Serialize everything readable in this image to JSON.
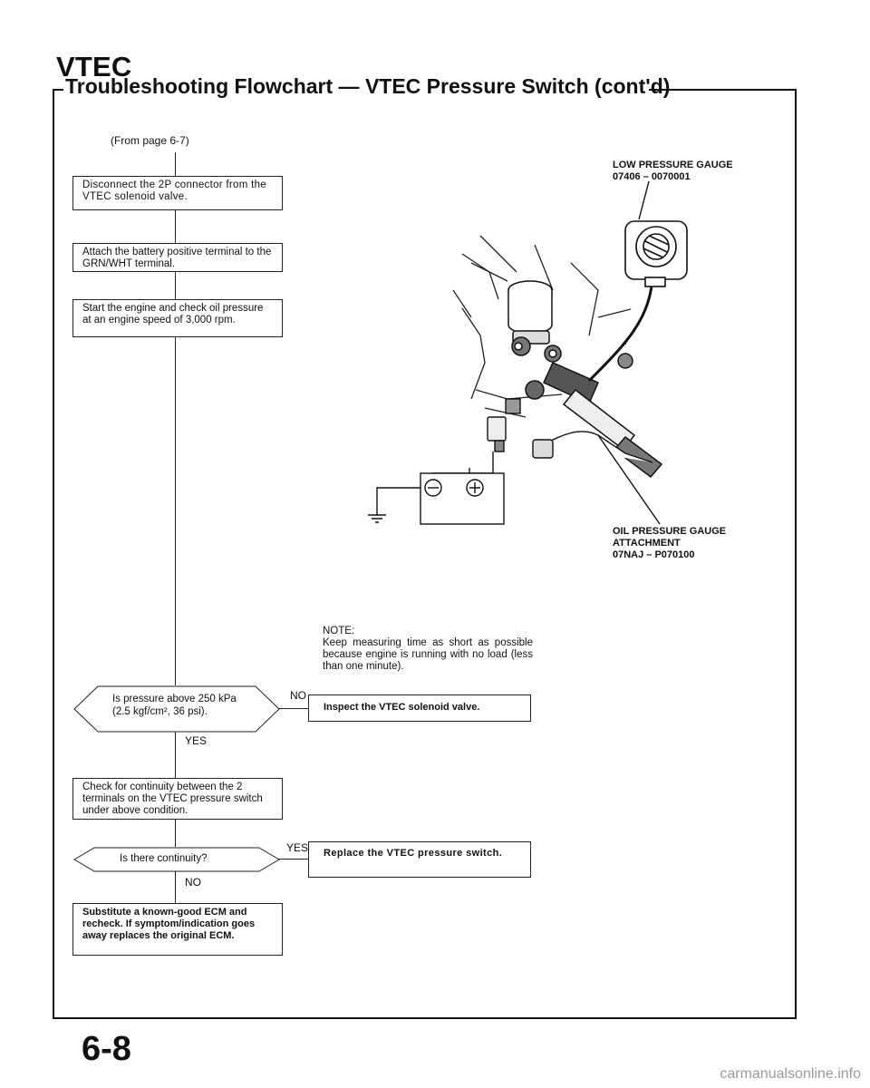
{
  "header": {
    "section": "VTEC",
    "title": "Troubleshooting Flowchart — VTEC Pressure Switch (cont'd)"
  },
  "flow": {
    "from_page": "(From page 6-7)",
    "step1": "Disconnect the 2P connector from the VTEC solenoid valve.",
    "step2": "Attach the battery positive terminal to the GRN/WHT terminal.",
    "step3": "Start the engine and check oil pressure at an engine speed of 3,000 rpm.",
    "decision1_line1": "Is pressure above 250 kPa",
    "decision1_line2": "(2.5 kgf/cm², 36 psi).",
    "decision1_no_label": "NO",
    "decision1_no_action": "Inspect the VTEC solenoid valve.",
    "decision1_yes_label": "YES",
    "step4": "Check for continuity between the 2 terminals on the VTEC pressure switch under above condition.",
    "decision2": "Is there continuity?",
    "decision2_yes_label": "YES",
    "decision2_yes_action": "Replace the VTEC pressure switch.",
    "decision2_no_label": "NO",
    "step5": "Substitute a known-good ECM and recheck. If symptom/indication goes away replaces the original ECM."
  },
  "illustration": {
    "gauge_label_line1": "LOW PRESSURE GAUGE",
    "gauge_label_line2": "07406 – 0070001",
    "attachment_label_line1": "OIL PRESSURE GAUGE",
    "attachment_label_line2": "ATTACHMENT",
    "attachment_label_line3": "07NAJ – P070100",
    "battery_icon": "battery-icon",
    "gauge_icon": "pressure-gauge-icon"
  },
  "note": {
    "heading": "NOTE:",
    "text": "Keep measuring time as short as possible because engine is running with no load (less than one minute)."
  },
  "footer": {
    "page_number": "6-8",
    "watermark": "carmanualsonline.info"
  }
}
